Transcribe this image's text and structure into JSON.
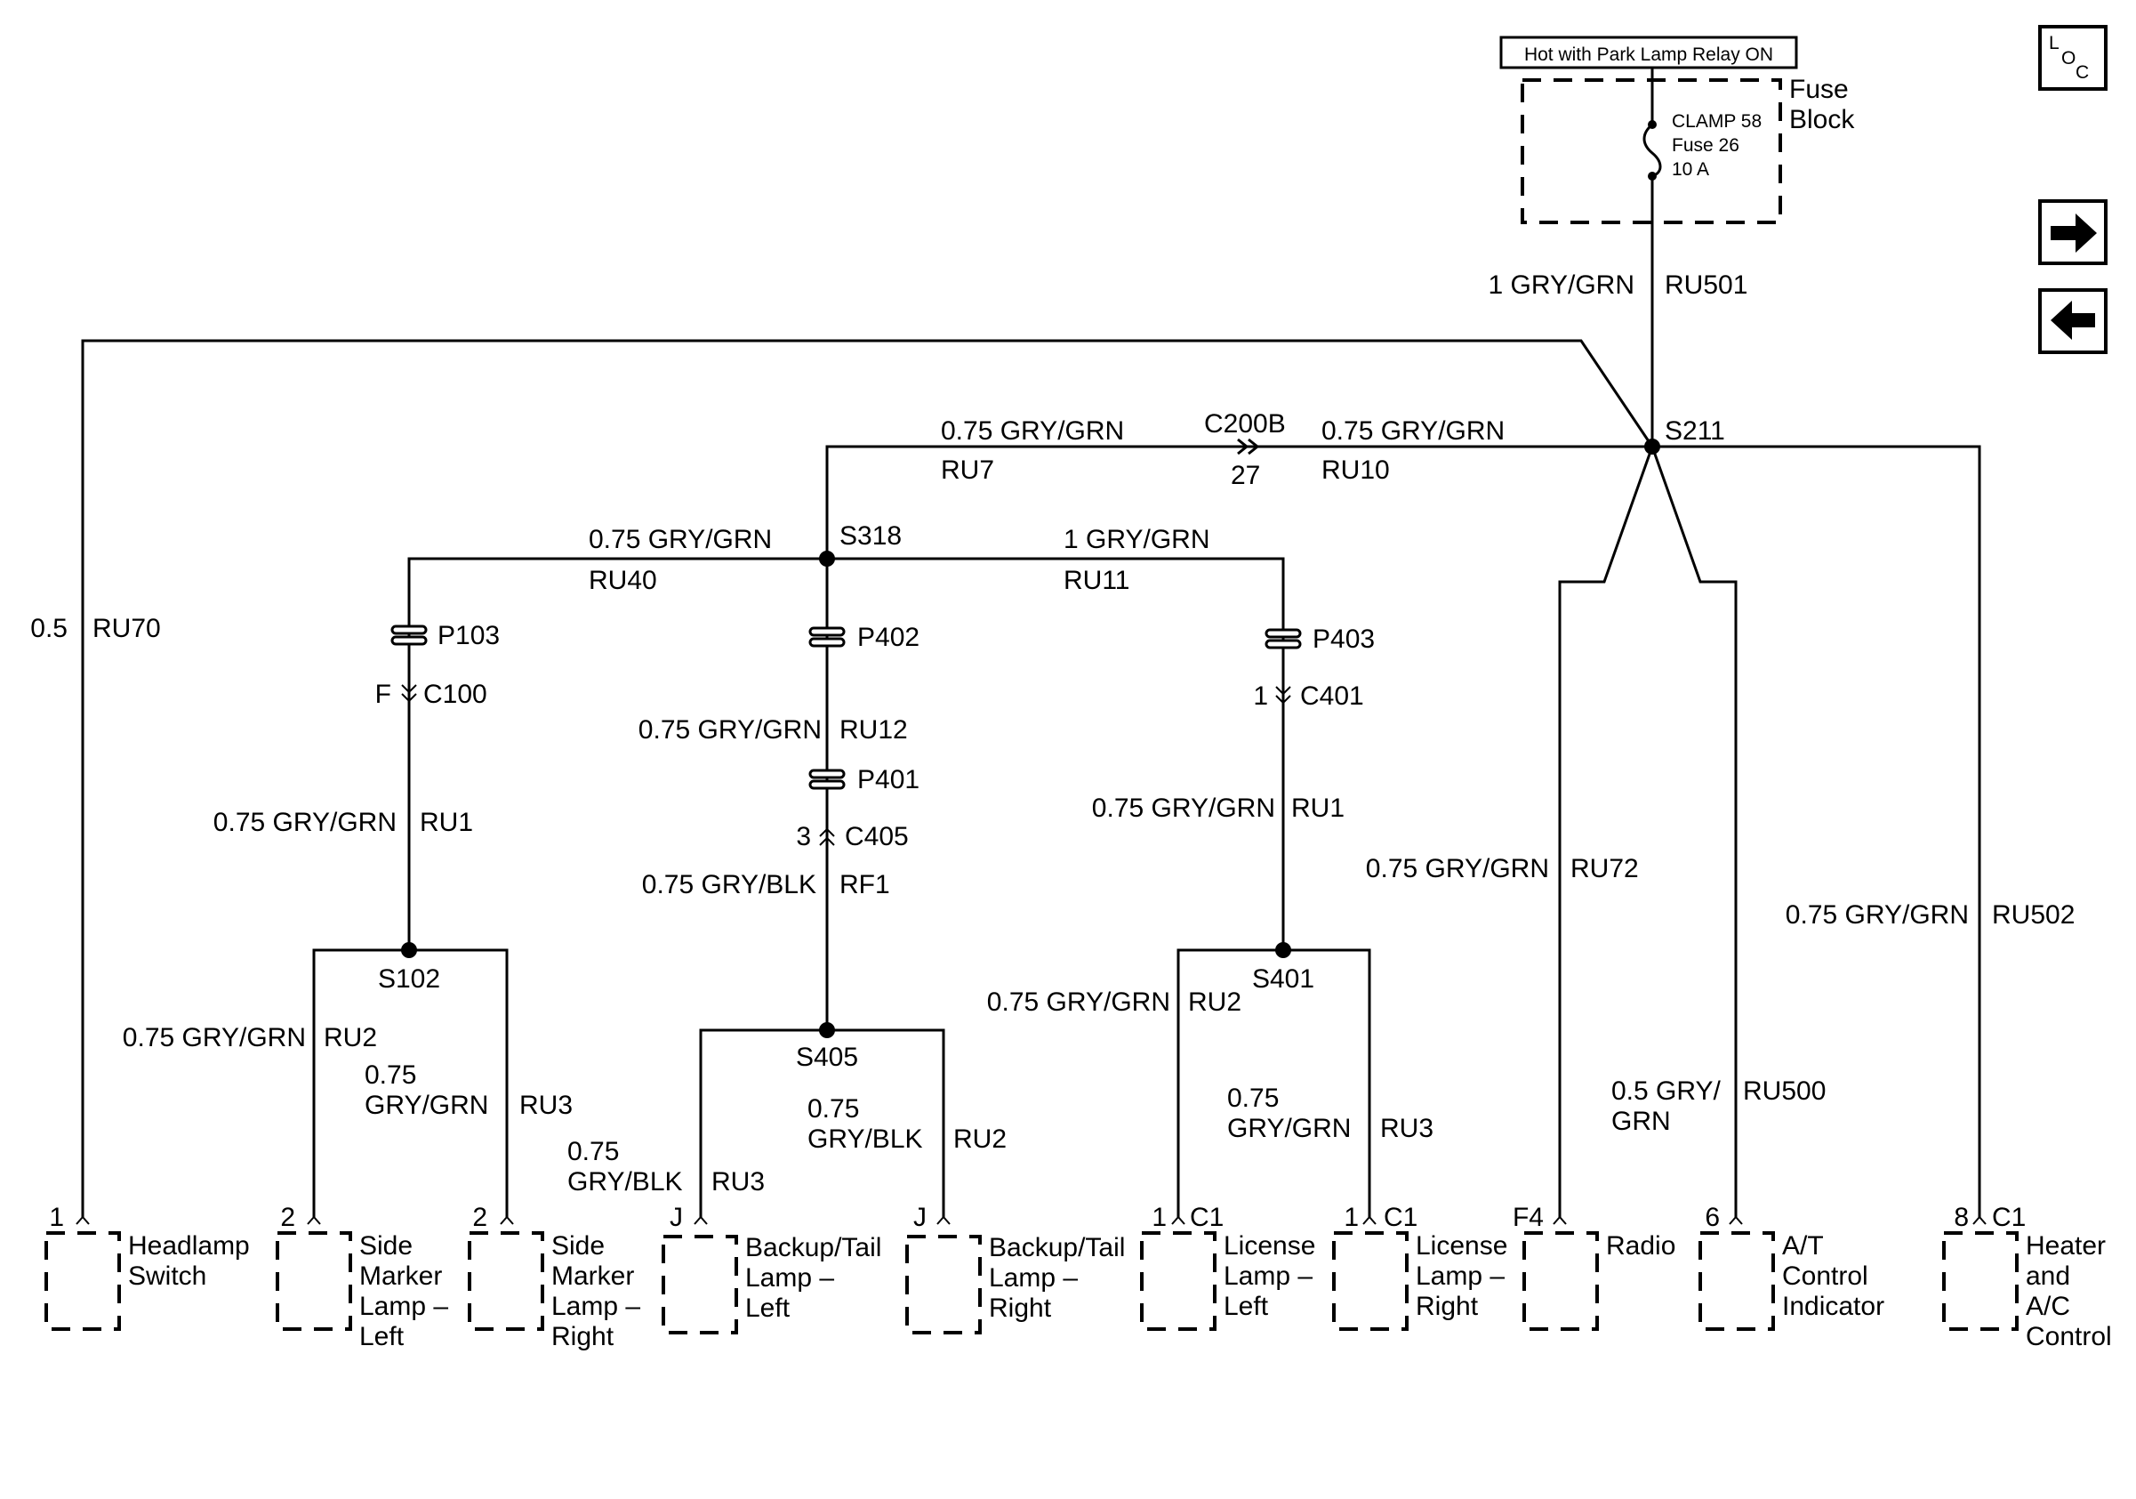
{
  "fuse_block": {
    "header": "Hot with Park Lamp Relay ON",
    "line1": "CLAMP 58",
    "line2": "Fuse 26",
    "line3": "10 A",
    "name1": "Fuse",
    "name2": "Block"
  },
  "nav": {
    "loc_l": "L",
    "loc_o": "O",
    "loc_c": "C",
    "next_glyph": "➡",
    "prev_glyph": "⬅"
  },
  "feed": {
    "wire": "1 GRY/GRN",
    "circuit": "RU501"
  },
  "splices": {
    "s211": "S211",
    "s318": "S318",
    "s102": "S102",
    "s405": "S405",
    "s401": "S401"
  },
  "connector_c200b": {
    "name": "C200B",
    "pin": "27"
  },
  "wires": {
    "ru7": {
      "wire": "0.75 GRY/GRN",
      "circuit": "RU7"
    },
    "ru10": {
      "wire": "0.75 GRY/GRN",
      "circuit": "RU10"
    },
    "ru40": {
      "wire": "0.75 GRY/GRN",
      "circuit": "RU40"
    },
    "ru11": {
      "wire": "1 GRY/GRN",
      "circuit": "RU11"
    },
    "ru70": {
      "wire": "0.5",
      "circuit": "RU70"
    },
    "ru12": {
      "wire": "0.75 GRY/GRN",
      "circuit": "RU12"
    },
    "rf1": {
      "wire": "0.75 GRY/BLK",
      "circuit": "RF1"
    },
    "left_ru1": {
      "wire": "0.75 GRY/GRN",
      "circuit": "RU1"
    },
    "right_ru1": {
      "wire": "0.75 GRY/GRN",
      "circuit": "RU1"
    },
    "ru72": {
      "wire": "0.75 GRY/GRN",
      "circuit": "RU72"
    },
    "ru502": {
      "wire": "0.75 GRY/GRN",
      "circuit": "RU502"
    },
    "left_ru2": {
      "wire": "0.75 GRY/GRN",
      "circuit": "RU2"
    },
    "left_ru3": {
      "wire1": "0.75",
      "wire2": "GRY/GRN",
      "circuit": "RU3"
    },
    "mid_ru3": {
      "wire1": "0.75",
      "wire2": "GRY/BLK",
      "circuit": "RU3"
    },
    "mid_ru2": {
      "wire1": "0.75",
      "wire2": "GRY/BLK",
      "circuit": "RU2"
    },
    "right_ru2": {
      "wire": "0.75 GRY/GRN",
      "circuit": "RU2"
    },
    "right_ru3": {
      "wire1": "0.75",
      "wire2": "GRY/GRN",
      "circuit": "RU3"
    },
    "ru500": {
      "wire1": "0.5 GRY/",
      "wire2": "GRN",
      "circuit": "RU500"
    }
  },
  "pass_throughs": {
    "p103": "P103",
    "p402": "P402",
    "p401": "P401",
    "p403": "P403"
  },
  "inline_connectors": {
    "c100": {
      "name": "C100",
      "pin": "F"
    },
    "c405": {
      "name": "C405",
      "pin": "3"
    },
    "c401": {
      "name": "C401",
      "pin": "1"
    }
  },
  "components": [
    {
      "pin": "1",
      "lines": [
        "Headlamp",
        "Switch"
      ]
    },
    {
      "pin": "2",
      "lines": [
        "Side",
        "Marker",
        "Lamp –",
        "Left"
      ]
    },
    {
      "pin": "2",
      "lines": [
        "Side",
        "Marker",
        "Lamp –",
        "Right"
      ]
    },
    {
      "pin": "J",
      "lines": [
        "Backup/Tail",
        "Lamp –",
        "Left"
      ]
    },
    {
      "pin": "J",
      "lines": [
        "Backup/Tail",
        "Lamp –",
        "Right"
      ]
    },
    {
      "pin": "1",
      "conn": "C1",
      "lines": [
        "License",
        "Lamp –",
        "Left"
      ]
    },
    {
      "pin": "1",
      "conn": "C1",
      "lines": [
        "License",
        "Lamp –",
        "Right"
      ]
    },
    {
      "pin": "F4",
      "lines": [
        "Radio"
      ]
    },
    {
      "pin": "6",
      "lines": [
        "A/T",
        "Control",
        "Indicator"
      ]
    },
    {
      "pin": "8",
      "conn": "C1",
      "lines": [
        "Heater",
        "and",
        "A/C",
        "Control"
      ]
    }
  ]
}
